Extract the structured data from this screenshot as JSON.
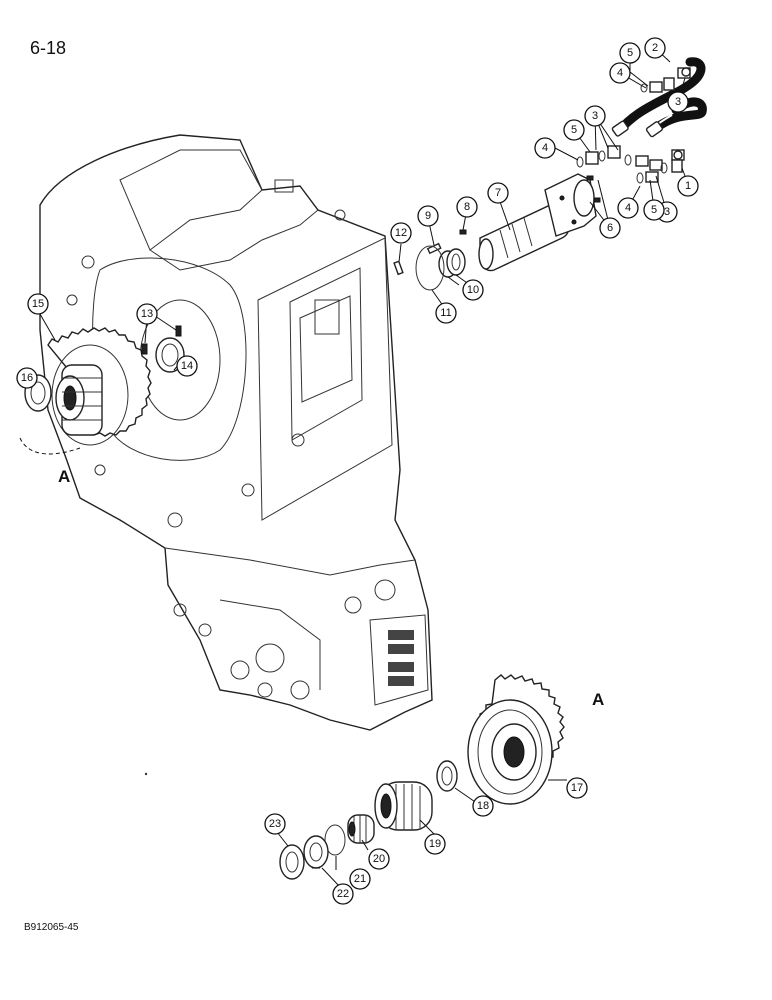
{
  "page_number": "6-18",
  "figure_id": "B912065-45",
  "reference_letter": "A",
  "callouts": [
    {
      "id": "c1",
      "label": "1"
    },
    {
      "id": "c2",
      "label": "2"
    },
    {
      "id": "c3a",
      "label": "3"
    },
    {
      "id": "c3b",
      "label": "3"
    },
    {
      "id": "c3c",
      "label": "3"
    },
    {
      "id": "c4a",
      "label": "4"
    },
    {
      "id": "c4b",
      "label": "4"
    },
    {
      "id": "c4c",
      "label": "4"
    },
    {
      "id": "c5a",
      "label": "5"
    },
    {
      "id": "c5b",
      "label": "5"
    },
    {
      "id": "c5c",
      "label": "5"
    },
    {
      "id": "c6",
      "label": "6"
    },
    {
      "id": "c7",
      "label": "7"
    },
    {
      "id": "c8",
      "label": "8"
    },
    {
      "id": "c9",
      "label": "9"
    },
    {
      "id": "c10",
      "label": "10"
    },
    {
      "id": "c11",
      "label": "11"
    },
    {
      "id": "c12",
      "label": "12"
    },
    {
      "id": "c13",
      "label": "13"
    },
    {
      "id": "c14",
      "label": "14"
    },
    {
      "id": "c15",
      "label": "15"
    },
    {
      "id": "c16",
      "label": "16"
    },
    {
      "id": "c17",
      "label": "17"
    },
    {
      "id": "c18",
      "label": "18"
    },
    {
      "id": "c19",
      "label": "19"
    },
    {
      "id": "c20",
      "label": "20"
    },
    {
      "id": "c21",
      "label": "21"
    },
    {
      "id": "c22",
      "label": "22"
    },
    {
      "id": "c23",
      "label": "23"
    }
  ]
}
